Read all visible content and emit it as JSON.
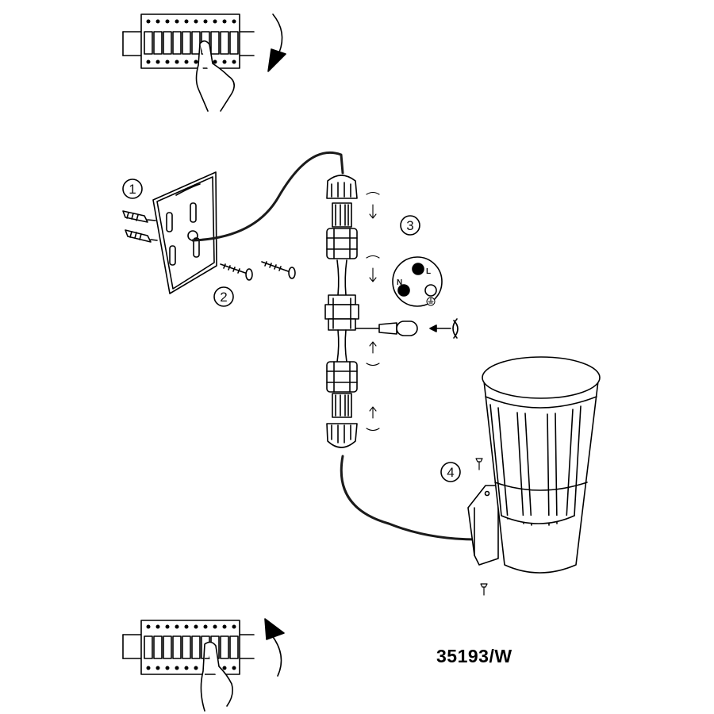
{
  "model_number": "35193/W",
  "steps": [
    {
      "id": "step-1",
      "label": "1"
    },
    {
      "id": "step-2",
      "label": "2"
    },
    {
      "id": "step-3",
      "label": "3"
    },
    {
      "id": "step-4",
      "label": "4"
    }
  ],
  "terminals": {
    "neutral": "N",
    "live": "L"
  },
  "colors": {
    "line": "#000000",
    "cable": "#1a1a1a",
    "background": "#ffffff"
  },
  "icons": [
    "breaker-panel-icon",
    "hand-switch-off-icon",
    "rotate-arrow-icon",
    "mounting-plate-icon",
    "wall-plug-icon",
    "screw-icon",
    "cable-connector-icon",
    "screwdriver-icon",
    "terminal-wiring-icon",
    "earth-symbol-icon",
    "wall-lamp-icon",
    "hand-switch-on-icon"
  ]
}
